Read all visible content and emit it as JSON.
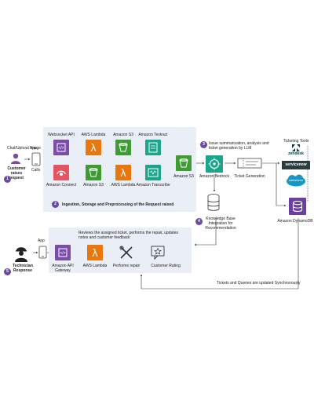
{
  "request": {
    "chat_upload_label": "Chat/Upload Image",
    "customer_label": "Customer raises request",
    "app_label": "App",
    "calls_label": "Calls",
    "step_num": "1"
  },
  "ingestion": {
    "services_top": [
      "Websocket API",
      "AWS Lambda",
      "Amazon S3",
      "Amazon Textract"
    ],
    "services_bottom": [
      "Amazon Connect",
      "Amazon S3",
      "AWS Lambda",
      "Amazon Transcribe"
    ],
    "s3_merge": "Amazon S3",
    "step_num": "2",
    "caption": "Ingestion, Storage and Preprocessing of the Request raised"
  },
  "bedrock": {
    "step_num": "3",
    "summary": "Issue summarization, analysis and ticket generation by LLM",
    "label": "Amazon Bedrock",
    "ticket_label": "Ticket Generation"
  },
  "knowledge": {
    "step_num": "4",
    "label": "Knowledge Base Integration for Recommendation"
  },
  "ticketing": {
    "title": "Ticketing Tools",
    "tools": [
      "zendesk",
      "servicenow",
      "salesforce"
    ],
    "dynamodb_label": "Amazon DynamoDB"
  },
  "technician": {
    "step_num": "5",
    "label": "Technician Response",
    "app_label": "App",
    "description": "Reviews the assigned ticket, performs the repair, updates notes and customer feedback",
    "services": [
      "Amazon API Gateway",
      "AWS Lambda",
      "Performs repair",
      "Customer Rating"
    ]
  },
  "sync_note": "Tickets and Queries are updated Synchronously",
  "colors": {
    "panel": "#eaeef6",
    "purple": "#6a4aa0",
    "green": "#3f9c35",
    "orange": "#e8780e",
    "teal": "#1aa58c",
    "dynamodb": "#6a3f9f",
    "servicenow": "#293e40",
    "salesforce": "#1798c1"
  }
}
